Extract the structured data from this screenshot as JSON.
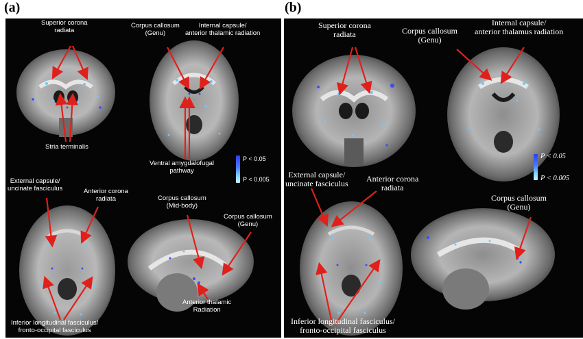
{
  "panels": {
    "a": {
      "label": "(a)",
      "annotations": {
        "superior_corona_radiata": "Superior corona\nradiata",
        "corpus_callosum_genu": "Corpus callosum\n(Genu)",
        "internal_capsule": "Internal capsule/\nanterior thalamic radiation",
        "stria_terminalis": "Stria terminalis",
        "ventral_amygdalofugal": "Ventral amygdalofugal\npathway",
        "external_capsule": "External capsule/\nuncinate fasciculus",
        "anterior_corona_radiata": "Anterior corona\nradiata",
        "corpus_callosum_midbody": "Corpus callosum\n(Mid-body)",
        "corpus_callosum_genu_2": "Corpus callosum\n(Genu)",
        "anterior_thalamic_radiation": "Anterior thalamic\nRadiation",
        "inferior_longitudinal": "Inferior longitudinal fasciculus/\nfronto-occipital fasciculus"
      },
      "legend": {
        "high": "P < 0.05",
        "low": "P < 0.005"
      }
    },
    "b": {
      "label": "(b)",
      "annotations": {
        "superior_corona_radiata": "Superior corona\nradiata",
        "corpus_callosum_genu": "Corpus callosum\n(Genu)",
        "internal_capsule": "Internal capsule/\nanterior thalamus radiation",
        "external_capsule": "External capsule/\nuncinate fasciculus",
        "anterior_corona_radiata": "Anterior corona\nradiata",
        "corpus_callosum_genu_2": "Corpus callosum\n(Genu)",
        "inferior_longitudinal": "Inferior longitudinal fasciculus/\nfronto-occipital fasciculus"
      },
      "legend": {
        "high": "P < 0.05",
        "low": "P < 0.005"
      }
    }
  },
  "colors": {
    "background": "#050505",
    "arrow": "#e0201b",
    "significant_high": "#2a3cff",
    "significant_low": "#7fd6ff"
  }
}
